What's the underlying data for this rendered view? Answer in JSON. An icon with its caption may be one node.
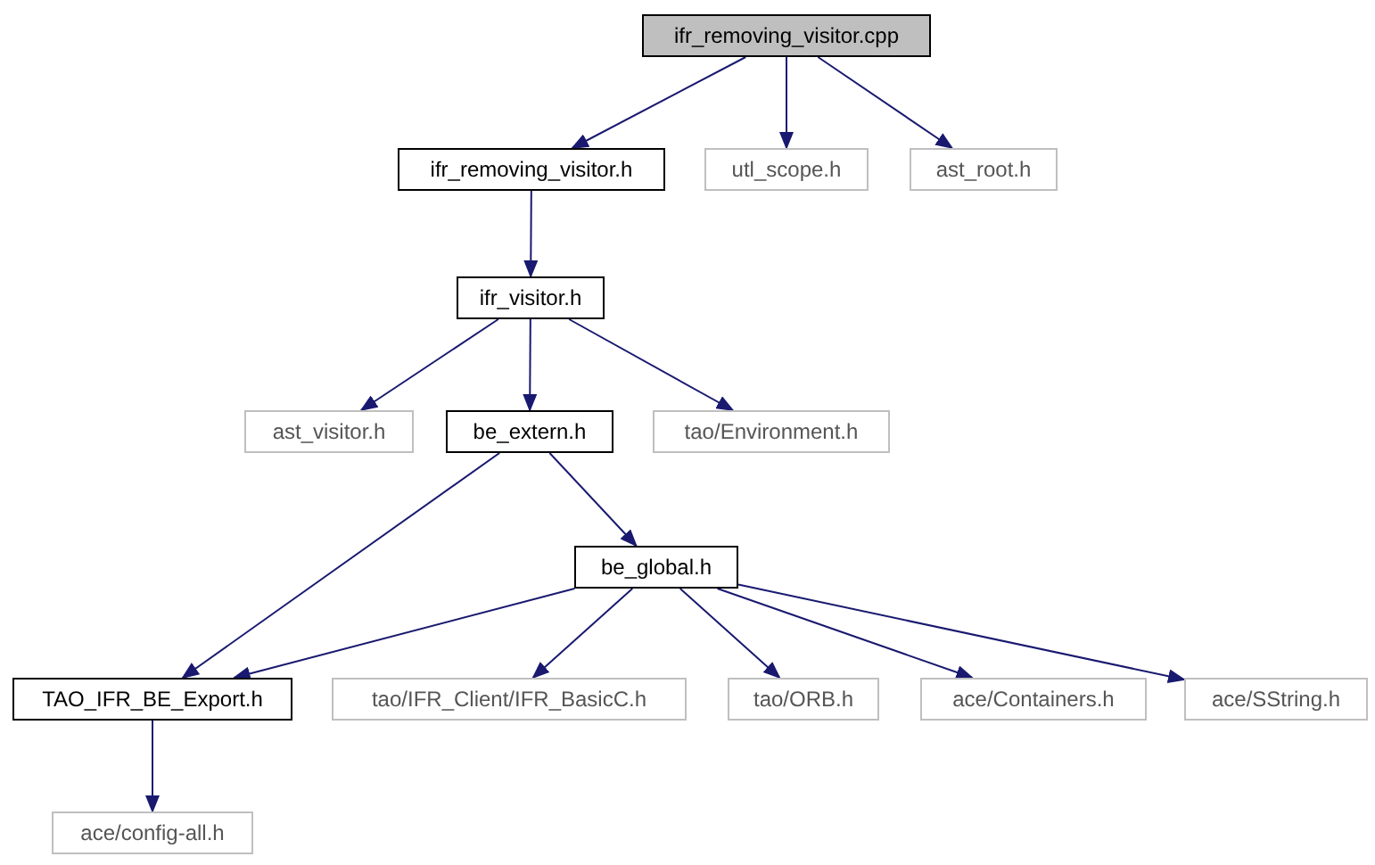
{
  "diagram": {
    "nodes": [
      {
        "text": [
          "ifr_removing_visitor.cpp"
        ]
      },
      {
        "text": [
          "ifr_removing_visitor.h"
        ]
      },
      {
        "text": [
          "utl_scope.h"
        ]
      },
      {
        "text": [
          "ast_root.h"
        ]
      },
      {
        "text": [
          "ifr_visitor.h"
        ]
      },
      {
        "text": [
          "ast_visitor.h"
        ]
      },
      {
        "text": [
          "be_extern.h"
        ]
      },
      {
        "text": [
          "tao/Environment.h"
        ]
      },
      {
        "text": [
          "be_global.h"
        ]
      },
      {
        "text": [
          "TAO_IFR_BE_Export.h"
        ]
      },
      {
        "text": [
          "tao/IFR_Client/IFR_BasicC.h"
        ]
      },
      {
        "text": [
          "tao/ORB.h"
        ]
      },
      {
        "text": [
          "ace/Containers.h"
        ]
      },
      {
        "text": [
          "ace/SString.h"
        ]
      },
      {
        "text": [
          "ace/config-all.h"
        ]
      }
    ],
    "edges": [
      {
        "from": 0,
        "to": 1,
        "arrow": "to"
      },
      {
        "from": 0,
        "to": 2,
        "arrow": "to"
      },
      {
        "from": 0,
        "to": 3,
        "arrow": "to"
      },
      {
        "from": 1,
        "to": 4,
        "arrow": "to"
      },
      {
        "from": 4,
        "to": 5,
        "arrow": "to"
      },
      {
        "from": 4,
        "to": 6,
        "arrow": "to"
      },
      {
        "from": 4,
        "to": 7,
        "arrow": "to"
      },
      {
        "from": 6,
        "to": 9,
        "arrow": "to"
      },
      {
        "from": 6,
        "to": 8,
        "arrow": "to"
      },
      {
        "from": 8,
        "to": 9,
        "arrow": "to"
      },
      {
        "from": 8,
        "to": 10,
        "arrow": "to"
      },
      {
        "from": 8,
        "to": 11,
        "arrow": "to"
      },
      {
        "from": 8,
        "to": 12,
        "arrow": "to"
      },
      {
        "from": 8,
        "to": 13,
        "arrow": "to"
      },
      {
        "from": 9,
        "to": 14,
        "arrow": "to"
      }
    ]
  }
}
